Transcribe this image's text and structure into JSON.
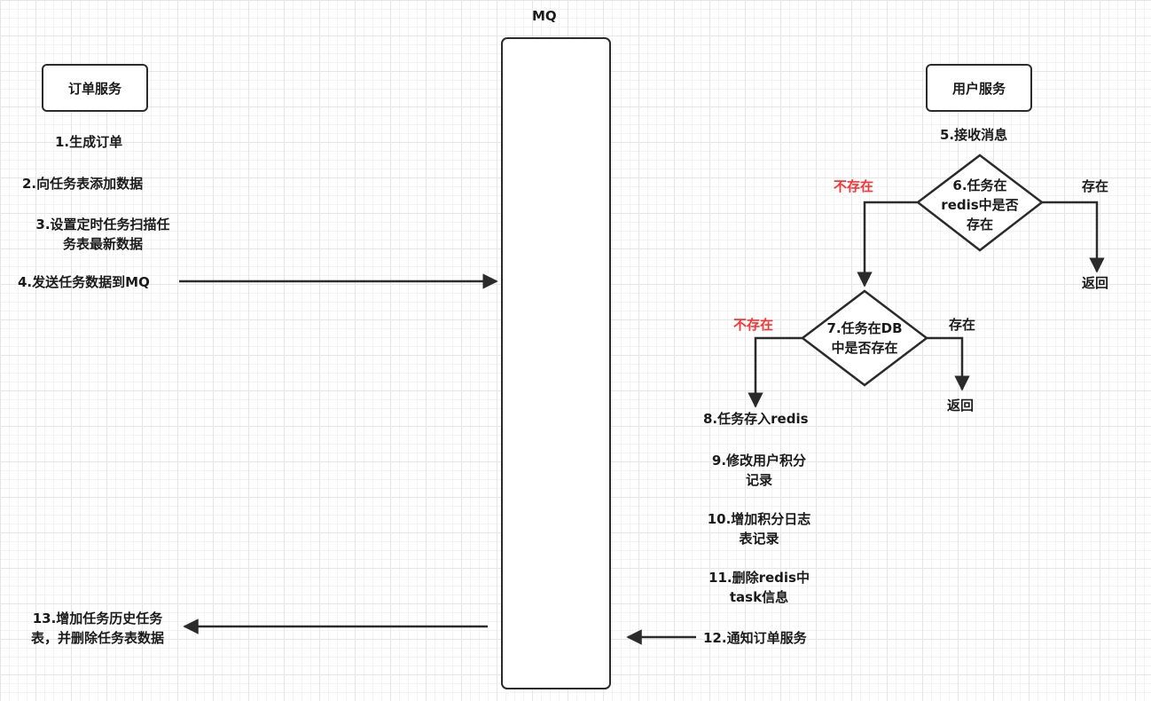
{
  "mq": {
    "title": "MQ"
  },
  "order_service": {
    "title": "订单服务",
    "step1": "1.生成订单",
    "step2": "2.向任务表添加数据",
    "step3": [
      "3.设置定时任务扫描任",
      "务表最新数据"
    ],
    "step4": "4.发送任务数据到MQ",
    "step13": [
      "13.增加任务历史任务",
      "表，并删除任务表数据"
    ]
  },
  "user_service": {
    "title": "用户服务",
    "step5": "5.接收消息",
    "decision6": [
      "6.任务在",
      "redis中是否",
      "存在"
    ],
    "decision6_no": "不存在",
    "decision6_yes": "存在",
    "return1": "返回",
    "decision7": [
      "7.任务在DB",
      "中是否存在"
    ],
    "decision7_no": "不存在",
    "decision7_yes": "存在",
    "return2": "返回",
    "step8": "8.任务存入redis",
    "step9": [
      "9.修改用户积分",
      "记录"
    ],
    "step10": [
      "10.增加积分日志",
      "表记录"
    ],
    "step11": [
      "11.删除redis中",
      "task信息"
    ],
    "step12": "12.通知订单服务"
  },
  "colors": {
    "line": "#2b2b2b",
    "grid": "#e6e6e6",
    "negative_label": "#ff3333"
  }
}
